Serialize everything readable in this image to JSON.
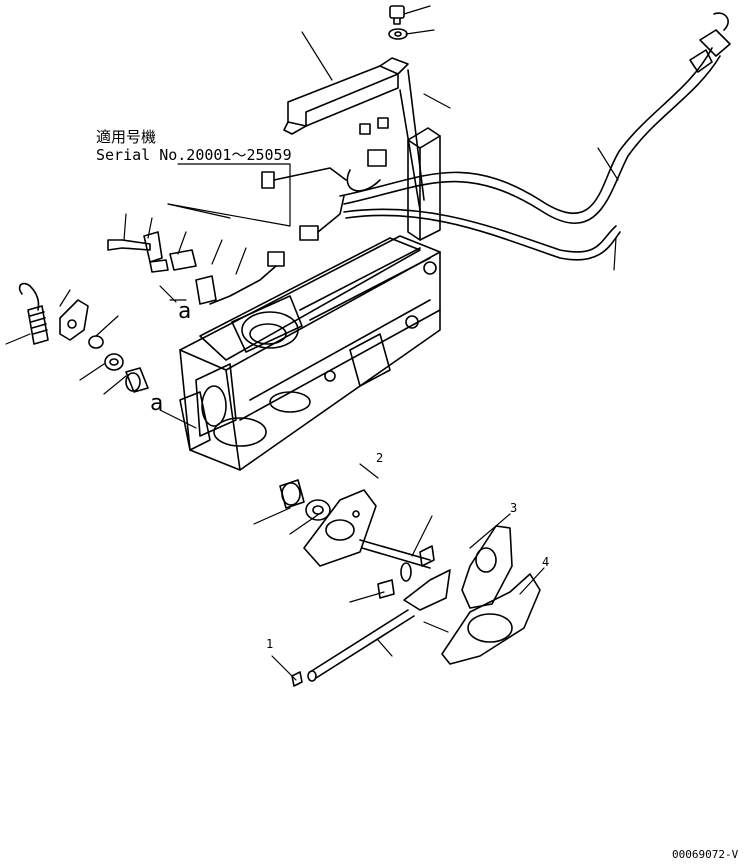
{
  "applicability": {
    "label_jp": "適用号機",
    "serial": "Serial No.20001～25059"
  },
  "detail_marker": "a",
  "item_numbers": [
    "2",
    "3",
    "4",
    "1"
  ],
  "document_number": "00069072-V"
}
